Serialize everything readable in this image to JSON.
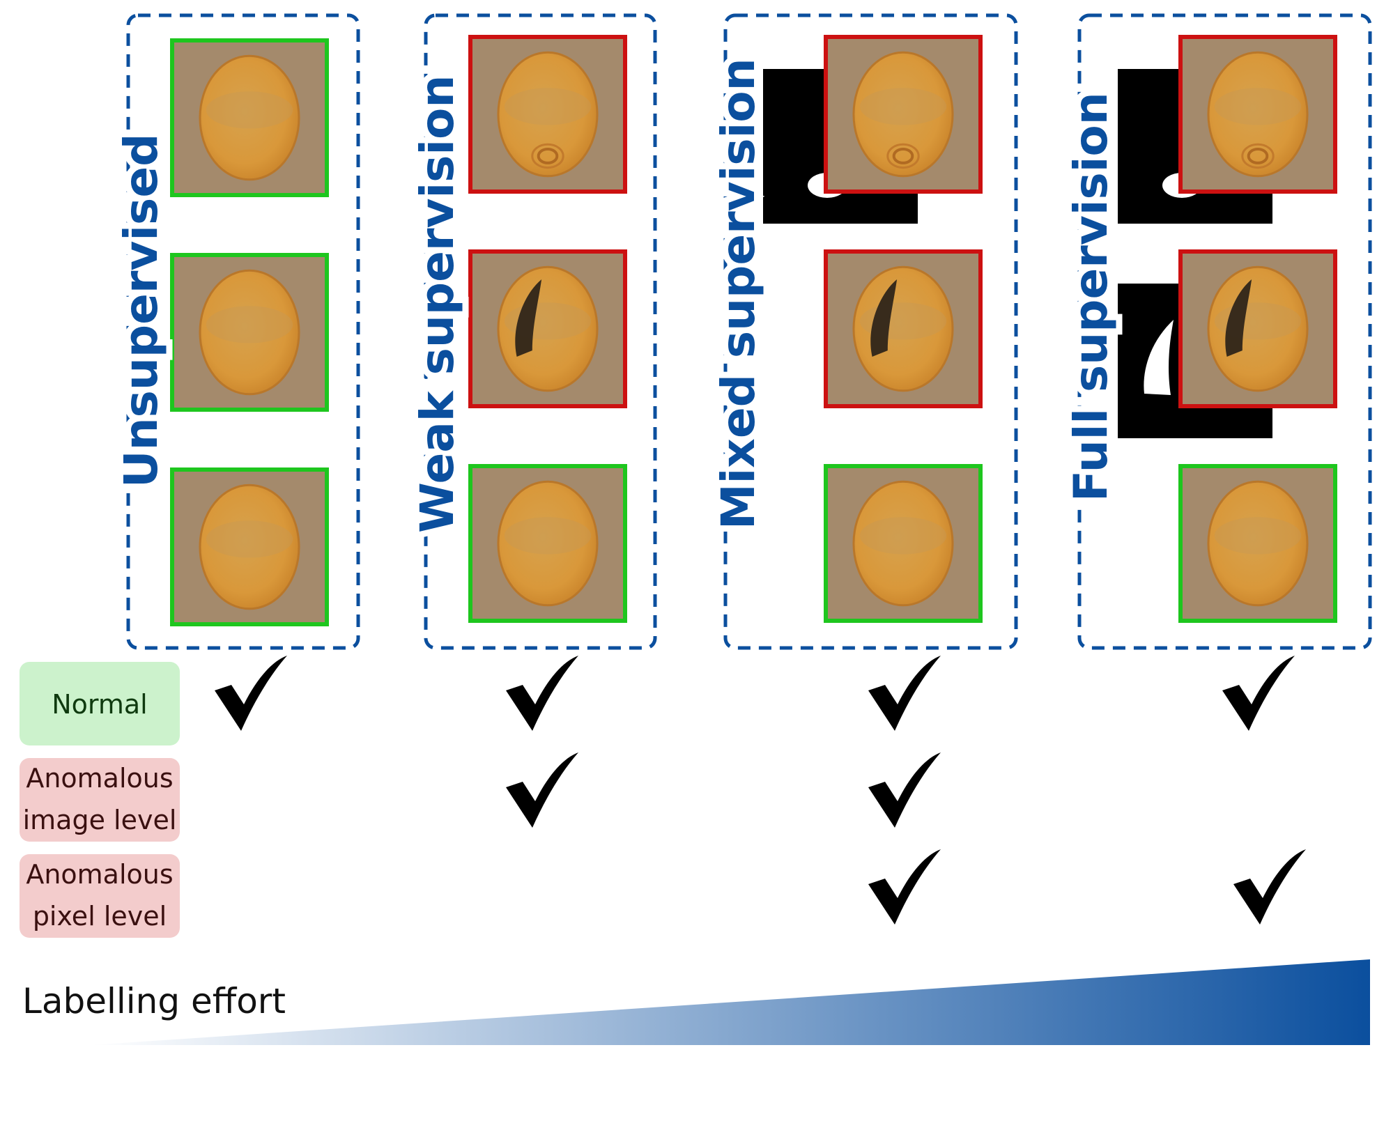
{
  "colors": {
    "accent_blue": "#0b4f9e",
    "normal_green": "#1ec61e",
    "anomaly_red": "#cc1111",
    "normal_label_bg": "#ccf2cc",
    "anomalous_label_bg": "#f3cccc",
    "pill_orange": "#d99a3e",
    "image_bg": "#a48a6c",
    "mask_black": "#000000"
  },
  "columns": [
    {
      "title": "Unsupervised"
    },
    {
      "title": "Weak supervision"
    },
    {
      "title": "Mixed supervision"
    },
    {
      "title": "Full supervision"
    }
  ],
  "rows": [
    {
      "label_lines": [
        "Normal"
      ],
      "kind": "normal"
    },
    {
      "label_lines": [
        "Anomalous",
        "image level"
      ],
      "kind": "anomalous"
    },
    {
      "label_lines": [
        "Anomalous",
        "pixel level"
      ],
      "kind": "anomalous"
    }
  ],
  "checks": [
    [
      true,
      false,
      false
    ],
    [
      true,
      true,
      false
    ],
    [
      true,
      true,
      true
    ],
    [
      true,
      false,
      true
    ]
  ],
  "samples": [
    [
      "normal",
      "normal",
      "normal"
    ],
    [
      "anomalous-small",
      "anomalous-scratch",
      "normal"
    ],
    [
      "anomalous-small",
      "anomalous-scratch",
      "normal"
    ],
    [
      "anomalous-small",
      "anomalous-scratch",
      "normal"
    ]
  ],
  "masks": [
    [
      false,
      false,
      false
    ],
    [
      false,
      false,
      false
    ],
    [
      true,
      false,
      false
    ],
    [
      true,
      true,
      false
    ]
  ],
  "icons": {
    "check": "checkmark-icon",
    "mask": "segmentation-mask",
    "pill": "capsule-image"
  },
  "effort": {
    "label": "Labelling effort"
  }
}
